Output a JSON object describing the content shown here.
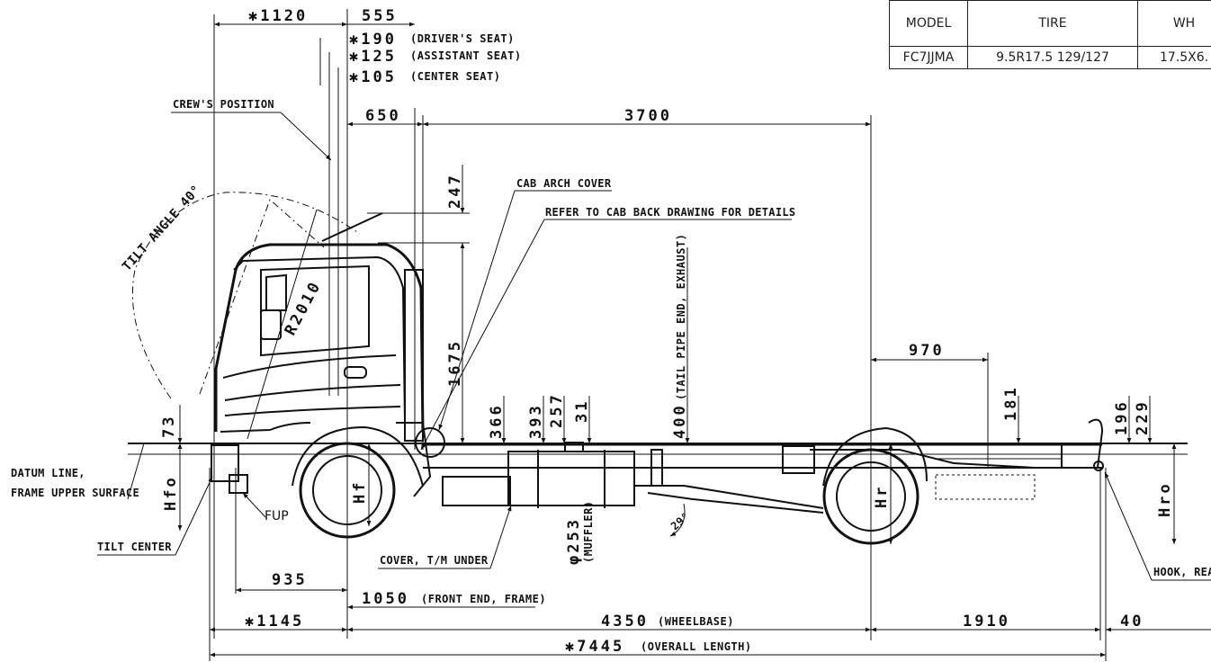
{
  "spec_table": {
    "headers": [
      "MODEL",
      "TIRE",
      "WH"
    ],
    "row": [
      "FC7JJMA",
      "9.5R17.5 129/127",
      "17.5X6."
    ]
  },
  "dimensions": {
    "d1120": "✱1120",
    "d555": "555",
    "d190": "✱190",
    "d125": "✱125",
    "d105": "✱105",
    "d650": "650",
    "d3700": "3700",
    "d247": "247",
    "d1675": "1675",
    "d970": "970",
    "d181": "181",
    "d196": "196",
    "d229": "229",
    "d366": "366",
    "d393": "393",
    "d257": "257",
    "d31": "31",
    "d400": "400",
    "d253": "φ253",
    "d73": "73",
    "d935": "935",
    "d1050": "1050",
    "d1145": "✱1145",
    "d4350": "4350",
    "d1910": "1910",
    "d40": "40",
    "d7445": "✱7445",
    "r2010": "R2010",
    "angle29": "29°",
    "tilt": "TILT ANGLE 40°"
  },
  "notes": {
    "drivers_seat": "(DRIVER'S SEAT)",
    "assistant_seat": "(ASSISTANT SEAT)",
    "center_seat": "(CENTER SEAT)",
    "tail_pipe": "(TAIL PIPE END, EXHAUST)",
    "muffler": "(MUFFLER)",
    "front_end_frame": "(FRONT END, FRAME)",
    "wheelbase": "(WHEELBASE)",
    "overall_length": "(OVERALL LENGTH)"
  },
  "labels": {
    "crew_position": "CREW'S POSITION",
    "cab_arch_cover": "CAB ARCH COVER",
    "cab_back": "REFER TO CAB BACK DRAWING FOR DETAILS",
    "datum_line_1": "DATUM LINE,",
    "datum_line_2": "FRAME UPPER SURFACE",
    "tilt_center": "TILT CENTER",
    "cover_tm": "COVER, T/M UNDER",
    "hook_rear": "HOOK, REAR",
    "fup": "FUP",
    "hfo": "Hfo",
    "hf": "Hf",
    "hr": "Hr",
    "hro": "Hro"
  }
}
